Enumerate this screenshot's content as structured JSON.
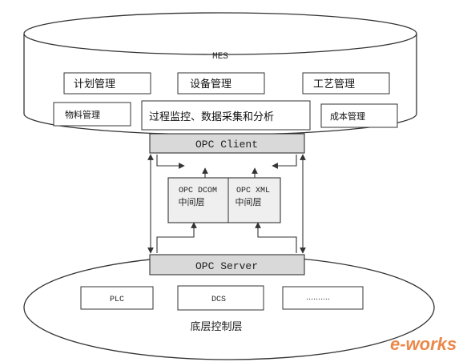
{
  "mes": {
    "title": "MES",
    "modules": {
      "plan": "计划管理",
      "equipment": "设备管理",
      "process": "工艺管理",
      "material": "物料管理",
      "monitoring": "过程监控、数据采集和分析",
      "cost": "成本管理"
    }
  },
  "opc_client": "OPC Client",
  "middleware": {
    "dcom_line1": "OPC DCOM",
    "dcom_line2": "中间层",
    "xml_line1": "OPC XML",
    "xml_line2": "中间层"
  },
  "opc_server": "OPC Server",
  "bottom": {
    "title": "底层控制层",
    "devices": [
      "PLC",
      "DCS",
      "………."
    ]
  },
  "watermark": "e-works",
  "colors": {
    "line": "#333333",
    "shaded_bar": "#d9d9d9",
    "middle_box": "#efefef",
    "watermark_orange": "#e8742a"
  }
}
